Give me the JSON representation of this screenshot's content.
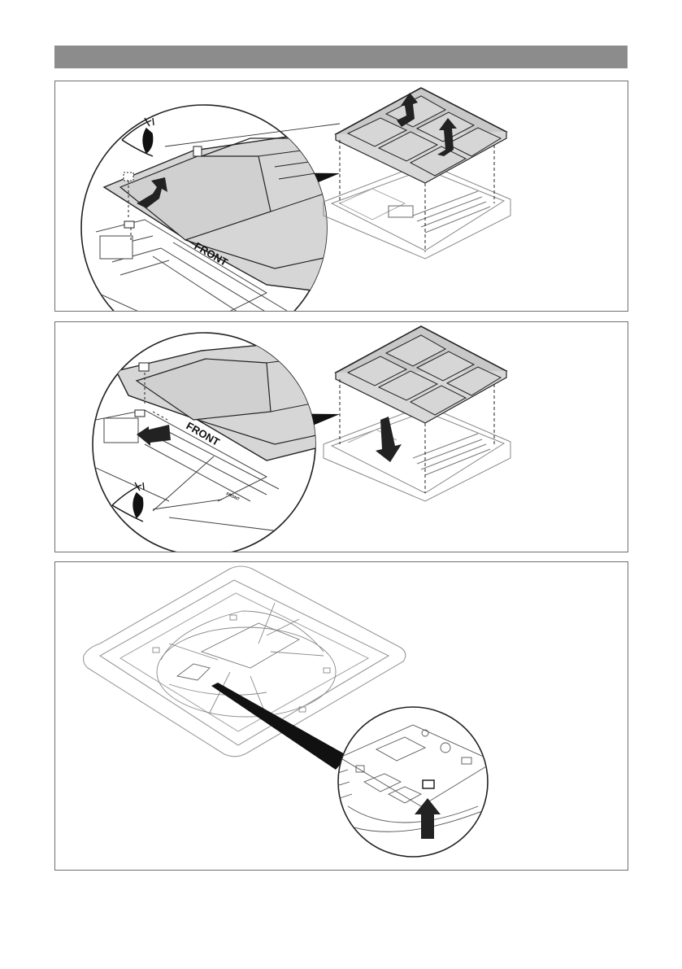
{
  "figure": {
    "step1": {
      "zoom_label": "FRONT"
    },
    "step2": {
      "zoom_label": "FRONT",
      "small_label": "FRONT"
    },
    "step3": {}
  },
  "icons": [
    "eye-icon",
    "lift-arrow-icon",
    "insert-arrow-icon",
    "down-arrow-icon",
    "up-arrow-icon"
  ],
  "colors": {
    "header_bar": "#8c8c8c",
    "filter_fill": "#d6d6d6",
    "line": "#222222",
    "frame_border": "#6f6f6f"
  }
}
